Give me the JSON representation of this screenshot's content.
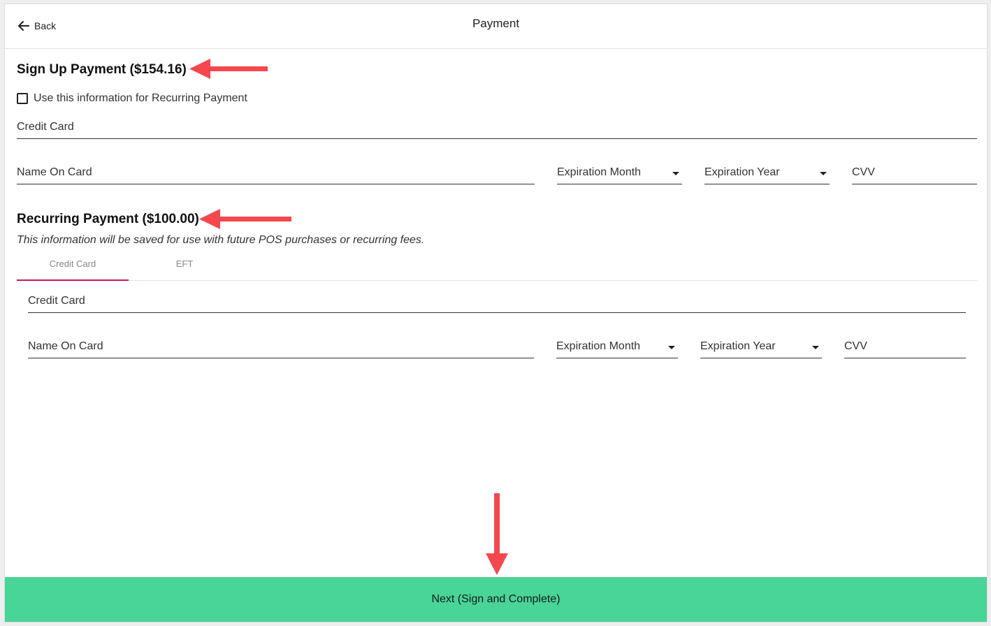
{
  "header": {
    "back_label": "Back",
    "title": "Payment"
  },
  "signup": {
    "heading": "Sign Up Payment ($154.16)",
    "checkbox_label": "Use this information for Recurring Payment",
    "checkbox_checked": false,
    "credit_card_label": "Credit Card",
    "name_on_card_label": "Name On Card",
    "expiration_month_label": "Expiration Month",
    "expiration_year_label": "Expiration Year",
    "cvv_label": "CVV"
  },
  "recurring": {
    "heading": "Recurring Payment ($100.00)",
    "subtitle": "This information will be saved for use with future POS purchases or recurring fees.",
    "tabs": [
      {
        "label": "Credit Card",
        "active": true
      },
      {
        "label": "EFT",
        "active": false
      }
    ],
    "credit_card_label": "Credit Card",
    "name_on_card_label": "Name On Card",
    "expiration_month_label": "Expiration Month",
    "expiration_year_label": "Expiration Year",
    "cvv_label": "CVV"
  },
  "footer": {
    "next_label": "Next (Sign and Complete)"
  },
  "colors": {
    "accent_tab": "#c2185b",
    "next_button": "#48d597",
    "annotation_arrow": "#f5474e"
  }
}
